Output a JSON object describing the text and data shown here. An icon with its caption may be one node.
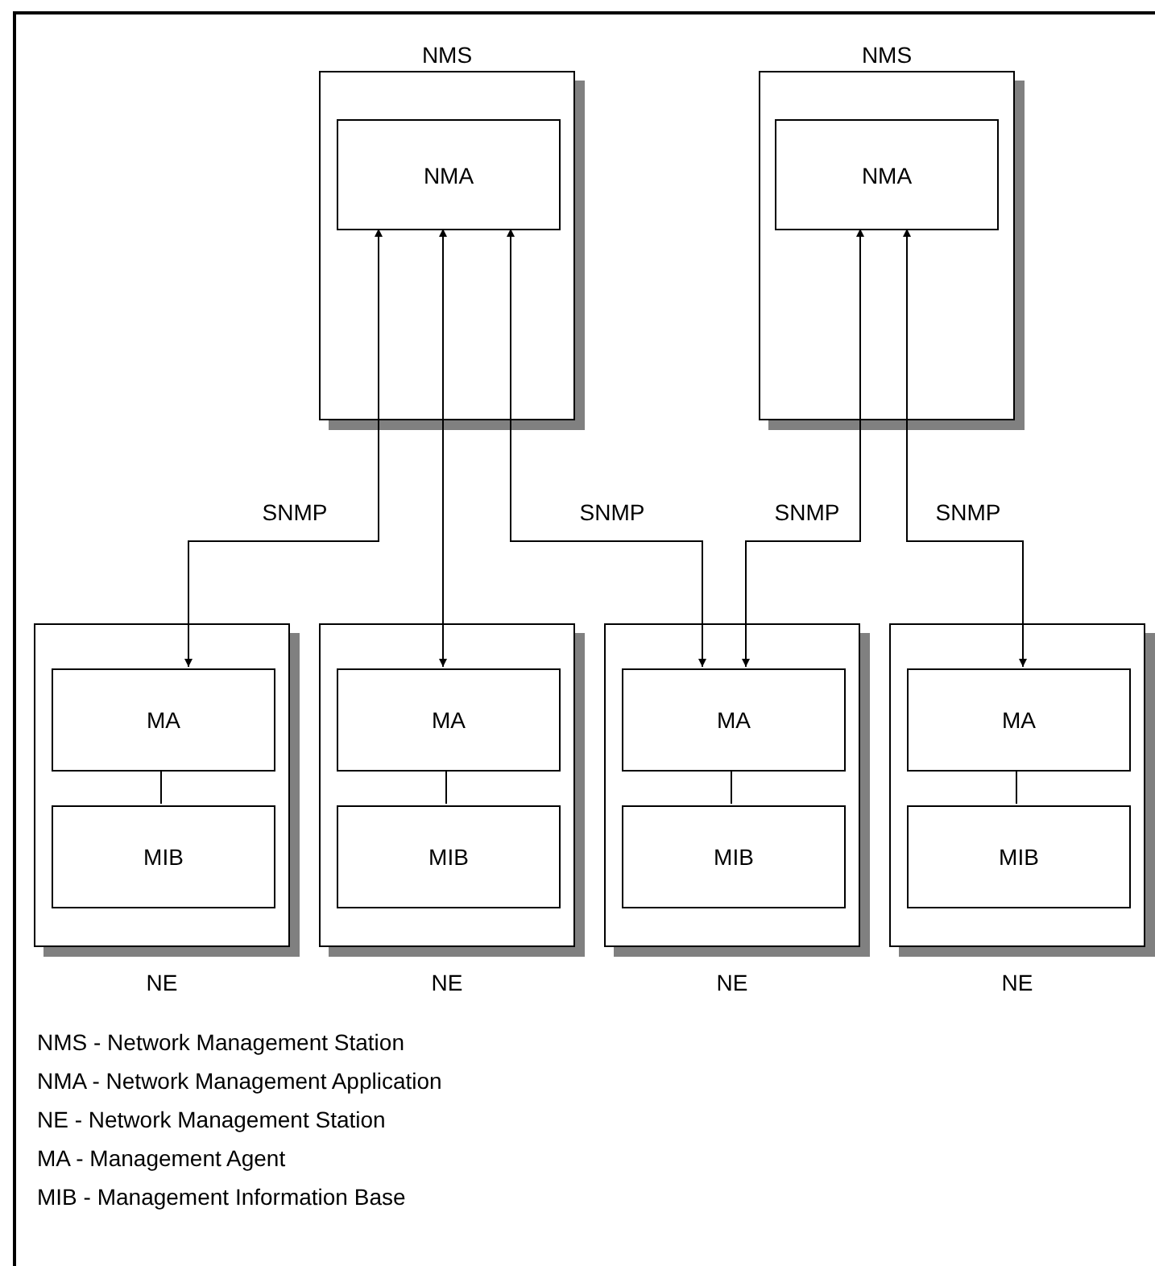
{
  "diagram": {
    "nodes": [
      {
        "text": [
          "NMS"
        ]
      },
      {
        "text": [
          "NMA"
        ],
        "in": 0
      },
      {
        "text": [
          "NMS"
        ]
      },
      {
        "text": [
          "NMA"
        ],
        "in": 2
      },
      {
        "text": [
          "NE"
        ]
      },
      {
        "text": [
          "MA"
        ],
        "in": 4
      },
      {
        "text": [
          "MIB"
        ],
        "in": 4
      },
      {
        "text": [
          "NE"
        ]
      },
      {
        "text": [
          "MA"
        ],
        "in": 7
      },
      {
        "text": [
          "MIB"
        ],
        "in": 7
      },
      {
        "text": [
          "NE"
        ]
      },
      {
        "text": [
          "MA"
        ],
        "in": 10
      },
      {
        "text": [
          "MIB"
        ],
        "in": 10
      },
      {
        "text": [
          "NE"
        ]
      },
      {
        "text": [
          "MA"
        ],
        "in": 13
      },
      {
        "text": [
          "MIB"
        ],
        "in": 13
      }
    ],
    "edges": [
      {
        "from": 1,
        "to": 5,
        "arrow": "both",
        "label": "SNMP"
      },
      {
        "from": 1,
        "to": 8,
        "arrow": "both"
      },
      {
        "from": 1,
        "to": 11,
        "arrow": "both",
        "label": "SNMP"
      },
      {
        "from": 3,
        "to": 11,
        "arrow": "both",
        "label": "SNMP"
      },
      {
        "from": 3,
        "to": 14,
        "arrow": "both",
        "label": "SNMP"
      },
      {
        "from": 5,
        "to": 6,
        "arrow": "none"
      },
      {
        "from": 8,
        "to": 9,
        "arrow": "none"
      },
      {
        "from": 11,
        "to": 12,
        "arrow": "none"
      },
      {
        "from": 14,
        "to": 15,
        "arrow": "none"
      }
    ],
    "labels": [
      "NMS - Network Management Station",
      "NMA - Network Management Application",
      "NE - Network Management Station",
      "MA - Management Agent",
      "MIB - Management Information Base"
    ]
  }
}
